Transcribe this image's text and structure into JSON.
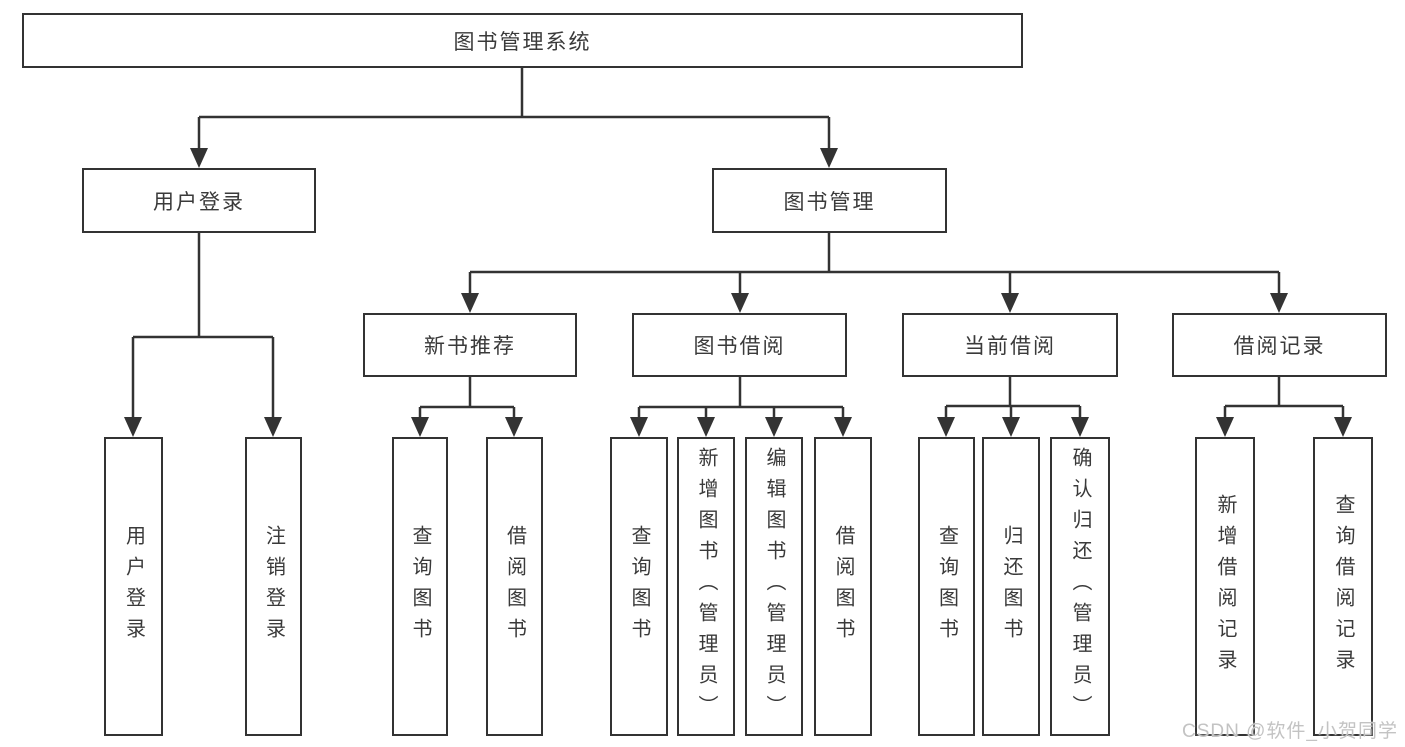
{
  "colors": {
    "background": "#ffffff",
    "line": "#333333",
    "box_border": "#333333",
    "text": "#3a3a3a",
    "watermark": "#c3c3c3"
  },
  "watermark": {
    "text": "CSDN @软件_小贺同学"
  },
  "tree": {
    "label": "图书管理系统",
    "children": [
      {
        "label": "用户登录",
        "children": [
          {
            "label": "用户登录"
          },
          {
            "label": "注销登录"
          }
        ]
      },
      {
        "label": "图书管理",
        "children": [
          {
            "label": "新书推荐",
            "children": [
              {
                "label": "查询图书"
              },
              {
                "label": "借阅图书"
              }
            ]
          },
          {
            "label": "图书借阅",
            "children": [
              {
                "label": "查询图书"
              },
              {
                "label": "新增图书（管理员）"
              },
              {
                "label": "编辑图书（管理员）"
              },
              {
                "label": "借阅图书"
              }
            ]
          },
          {
            "label": "当前借阅",
            "children": [
              {
                "label": "查询图书"
              },
              {
                "label": "归还图书"
              },
              {
                "label": "确认归还（管理员）"
              }
            ]
          },
          {
            "label": "借阅记录",
            "children": [
              {
                "label": "新增借阅记录"
              },
              {
                "label": "查询借阅记录"
              }
            ]
          }
        ]
      }
    ]
  }
}
